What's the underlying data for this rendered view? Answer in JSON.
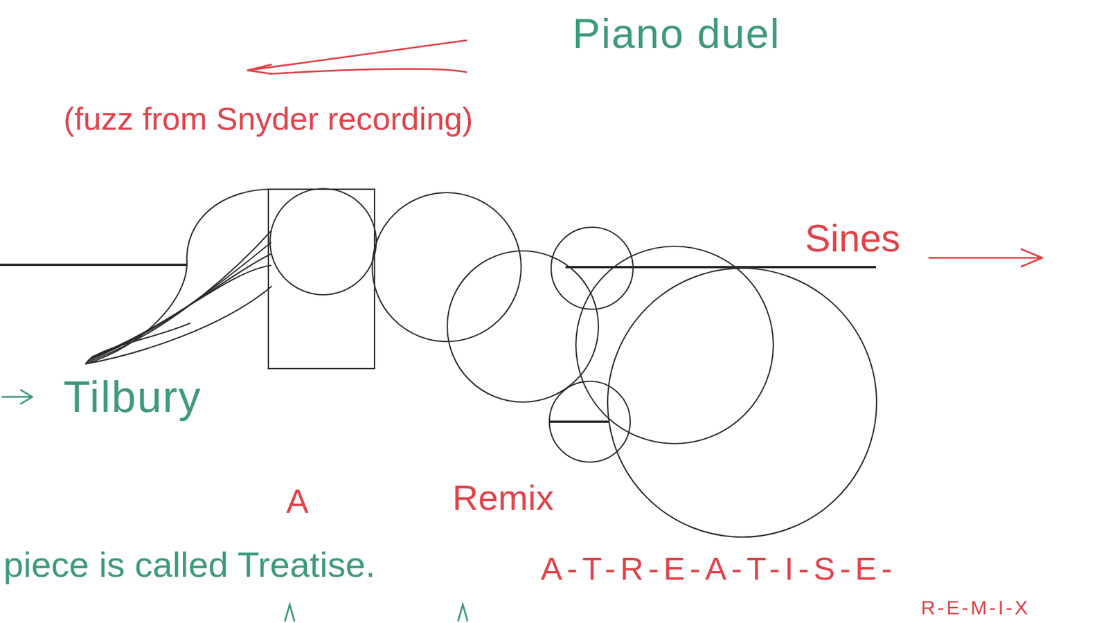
{
  "diagram": {
    "labels": [
      "Piano duel",
      "(fuzz from Snyder recording)",
      "Sines",
      "Tilbury",
      "A",
      "Remix",
      "piece is called Treatise.",
      "A-T-R-E-A-T-I-S-E-",
      "R-E-M-I-X"
    ]
  }
}
